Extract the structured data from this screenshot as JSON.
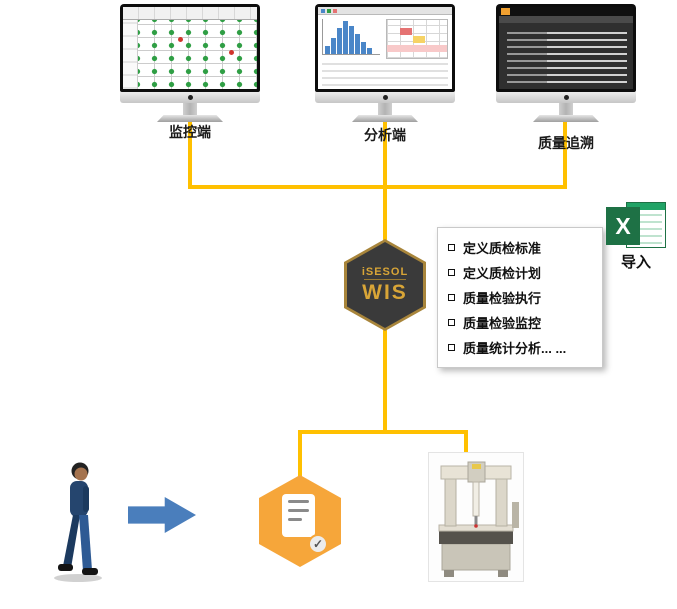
{
  "monitors": [
    {
      "label": "监控端"
    },
    {
      "label": "分析端"
    },
    {
      "label": "质量追溯"
    }
  ],
  "wis": {
    "line1": "iSESOL",
    "line2": "WIS"
  },
  "features": {
    "items": [
      "定义质检标准",
      "定义质检计划",
      "质量检验执行",
      "质量检验监控",
      "质量统计分析... ..."
    ]
  },
  "excel": {
    "letter": "X",
    "label": "导入"
  },
  "icons": {
    "check": "✓"
  },
  "colors": {
    "connector": "#FFC000",
    "wis_bg": "#3A3A3A",
    "wis_text": "#D8A537",
    "doc_hexagon": "#F6A63A",
    "excel_green": "#1E7145",
    "arrow_blue": "#4A7EBC",
    "dot_green": "#2F9E44",
    "dot_red": "#D0342C"
  }
}
